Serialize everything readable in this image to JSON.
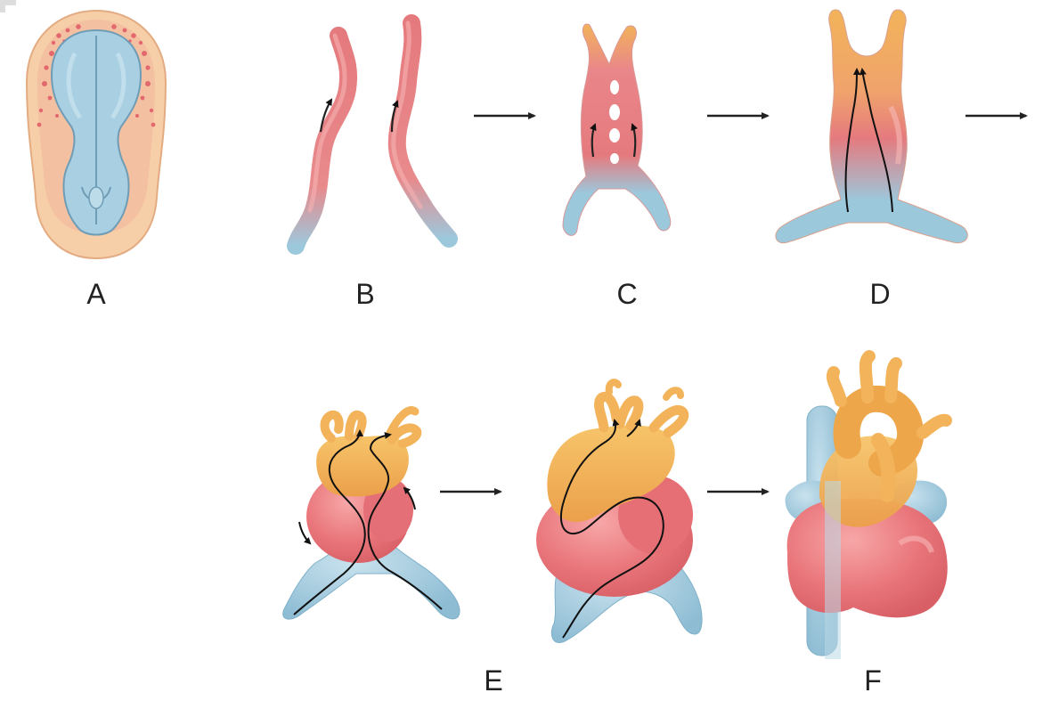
{
  "stages": [
    {
      "id": "A",
      "label": "A"
    },
    {
      "id": "B",
      "label": "B"
    },
    {
      "id": "C",
      "label": "C"
    },
    {
      "id": "D",
      "label": "D"
    },
    {
      "id": "E",
      "label": "E"
    },
    {
      "id": "F",
      "label": "F"
    }
  ],
  "colors": {
    "arterial_red": "#e8767a",
    "venous_blue": "#9cc8dc",
    "outflow_orange": "#f2b35a",
    "embryo_outer": "#f6cfa8",
    "embryo_pink": "#f0a29a",
    "embryo_blue": "#a9cfe3",
    "arrow": "#222222",
    "flow_line": "#111111"
  },
  "icons": [
    "flow-arrow",
    "blood-flow-arrow",
    "heart-tube",
    "embryo"
  ]
}
